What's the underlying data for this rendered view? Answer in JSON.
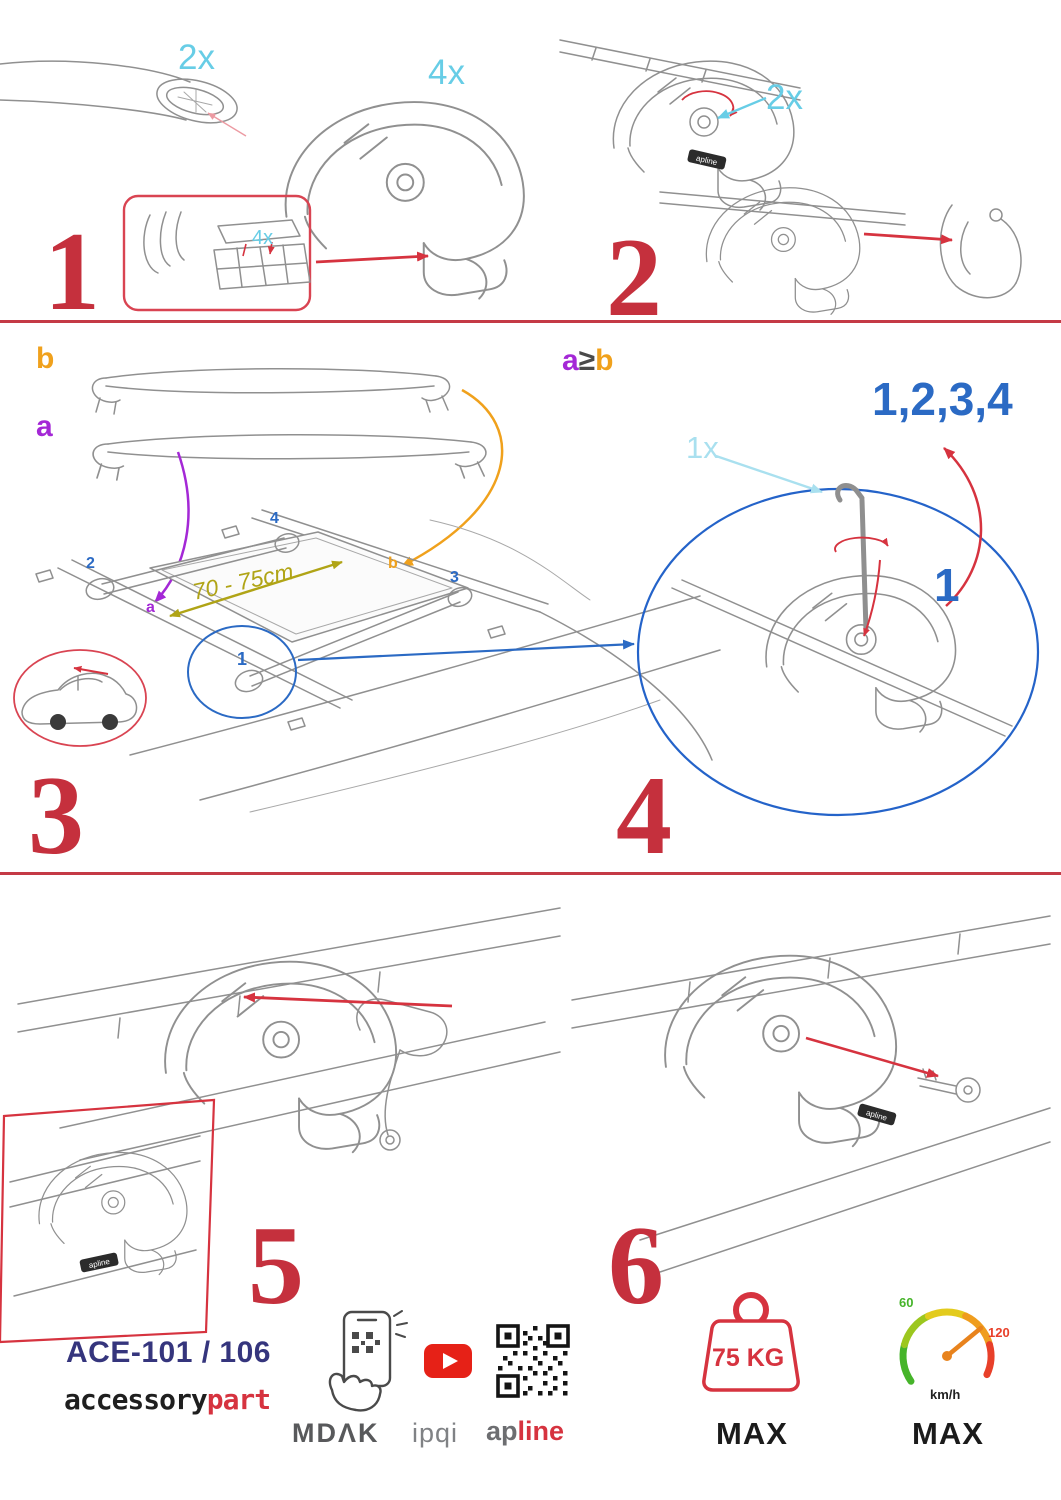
{
  "colors": {
    "step_number_red": "#c5303d",
    "annotation_cyan": "#67cde6",
    "annotation_pale_cyan": "#a9e0ef",
    "sequence_blue": "#2b6ac4",
    "label_orange": "#f0a11c",
    "label_purple": "#a428d6",
    "measure_olive": "#b0a416",
    "arrow_red": "#d6333f",
    "model_navy": "#35357d"
  },
  "steps": {
    "step1": {
      "number": "1",
      "endcap_qty": "2x",
      "foot_qty": "4x",
      "pad_qty": "4x"
    },
    "step2": {
      "number": "2",
      "lock_qty": "2x",
      "brand": "apline"
    },
    "step3": {
      "number": "3",
      "bar_b": "b",
      "bar_a": "a",
      "distance": "70 - 75cm",
      "marker_2": "2",
      "marker_4": "4",
      "marker_b": "b",
      "marker_3": "3",
      "marker_a": "a",
      "marker_1": "1"
    },
    "step4": {
      "number": "4",
      "cond_a": "a",
      "cond_op": "≥",
      "cond_b": "b",
      "tool_qty": "1x",
      "sequence": "1,2,3,4",
      "first": "1"
    },
    "step5": {
      "number": "5",
      "brand": "apline"
    },
    "step6": {
      "number": "6",
      "brand": "apline"
    }
  },
  "footer": {
    "model": "ACE-101 / 106",
    "brand_black": "accessory",
    "brand_red": "part",
    "mdak": "MDΛK",
    "ipqi": "ipqi",
    "ap": "ap",
    "line": "line",
    "load_value": "75 KG",
    "load_max": "MAX",
    "speed_low": "60",
    "speed_high": "120",
    "speed_unit": "km/h",
    "speed_max": "MAX"
  }
}
